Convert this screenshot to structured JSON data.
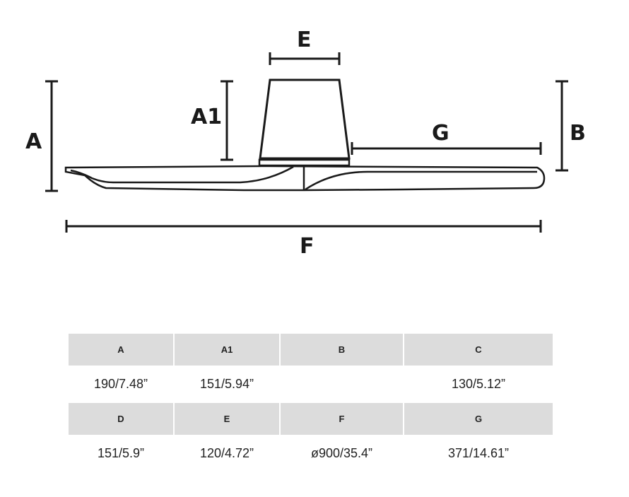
{
  "diagram": {
    "labels": {
      "A": "A",
      "A1": "A1",
      "B": "B",
      "E": "E",
      "F": "F",
      "G": "G"
    }
  },
  "table": {
    "rows": [
      {
        "headers": [
          "A",
          "A1",
          "B",
          "C"
        ],
        "values": [
          "190/7.48”",
          "151/5.94”",
          "",
          "130/5.12”"
        ]
      },
      {
        "headers": [
          "D",
          "E",
          "F",
          "G"
        ],
        "values": [
          "151/5.9”",
          "120/4.72”",
          "ø900/35.4”",
          "371/14.61”"
        ]
      }
    ]
  }
}
